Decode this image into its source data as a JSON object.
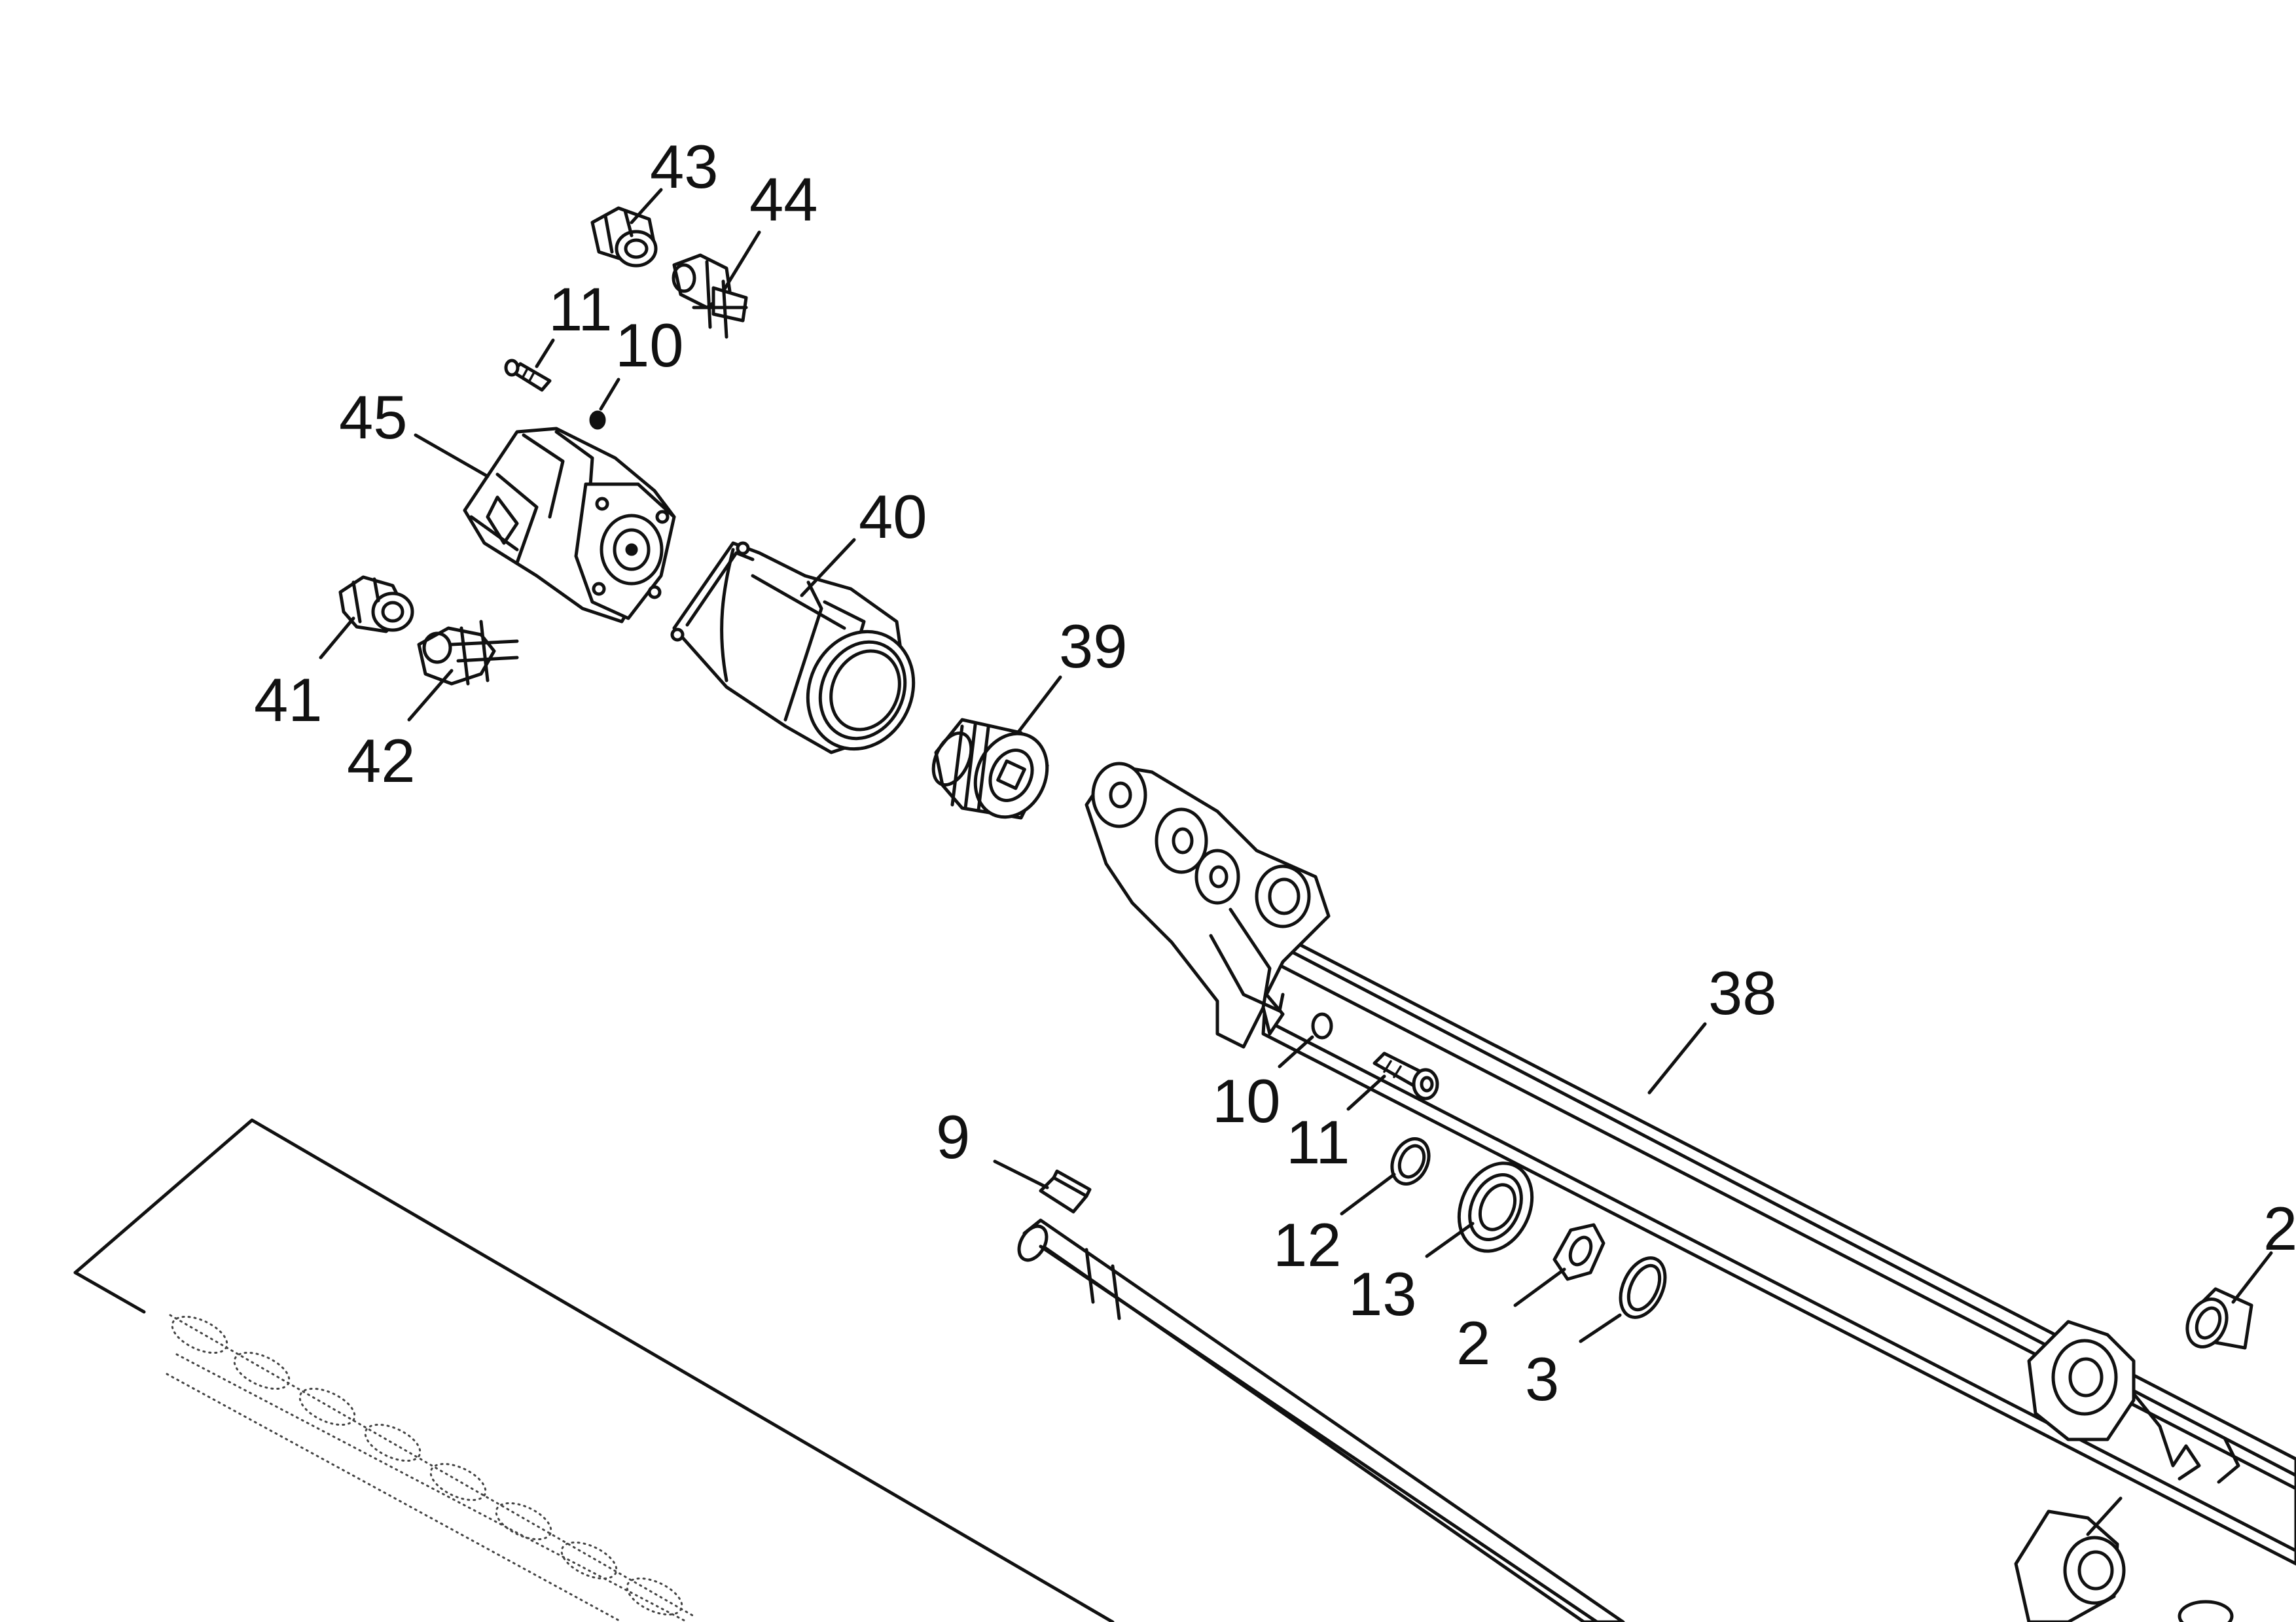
{
  "drawing": {
    "callouts": {
      "c43": "43",
      "c44": "44",
      "c11a": "11",
      "c10a": "10",
      "c45": "45",
      "c40": "40",
      "c41": "41",
      "c42": "42",
      "c39": "39",
      "c38": "38",
      "c10b": "10",
      "c11b": "11",
      "c9": "9",
      "c12": "12",
      "c13": "13",
      "c2a": "2",
      "c3": "3",
      "c2b": "2"
    }
  }
}
